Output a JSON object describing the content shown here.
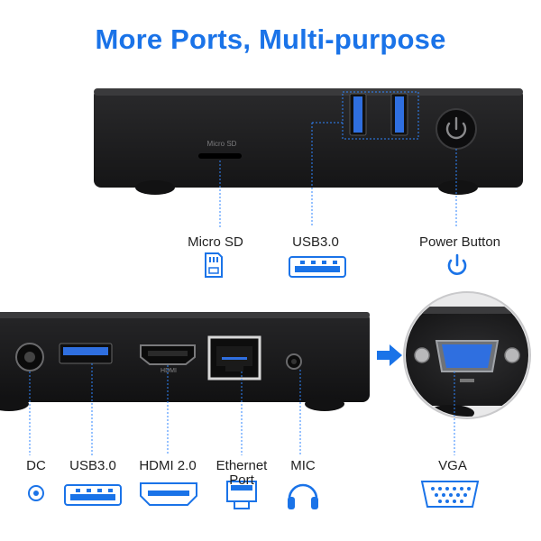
{
  "title": "More Ports, Multi-purpose",
  "top_device": {
    "microsd_print": "Micro SD",
    "labels": {
      "microsd": "Micro SD",
      "usb": "USB3.0",
      "power": "Power Button"
    }
  },
  "bottom_device": {
    "hdmi_print": "HDMI",
    "labels": {
      "dc": "DC",
      "usb": "USB3.0",
      "hdmi": "HDMI 2.0",
      "ethernet_line1": "Ethernet",
      "ethernet_line2": "Port",
      "mic": "MIC",
      "vga": "VGA"
    }
  },
  "icons": [
    "sd-card-icon",
    "usb-icon",
    "power-icon",
    "dc-icon",
    "usb-icon",
    "hdmi-icon",
    "ethernet-icon",
    "headphones-icon",
    "vga-icon",
    "arrow-right-icon"
  ],
  "colors": {
    "accent": "#1a73e8",
    "device": "#1c1c1e",
    "port_blue": "#2f6fe0"
  }
}
